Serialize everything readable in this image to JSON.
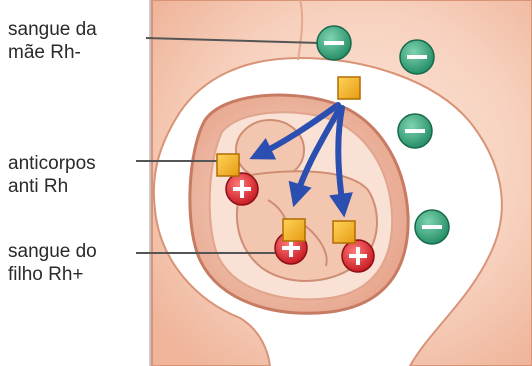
{
  "labels": {
    "mother_blood": [
      "sangue da",
      "mãe Rh-"
    ],
    "antibodies": [
      "anticorpos",
      "anti Rh"
    ],
    "child_blood": [
      "sangue do",
      "filho Rh+"
    ]
  },
  "symbols": {
    "negative": "−",
    "positive": "+"
  },
  "colors": {
    "skin": "#f6cdb6",
    "skin_edge": "#d99377",
    "womb": "#efb9a2",
    "negative_cell": "#2f9a72",
    "positive_cell": "#d9242b",
    "antibody": "#f3b62a",
    "arrow": "#2b4fb0"
  }
}
